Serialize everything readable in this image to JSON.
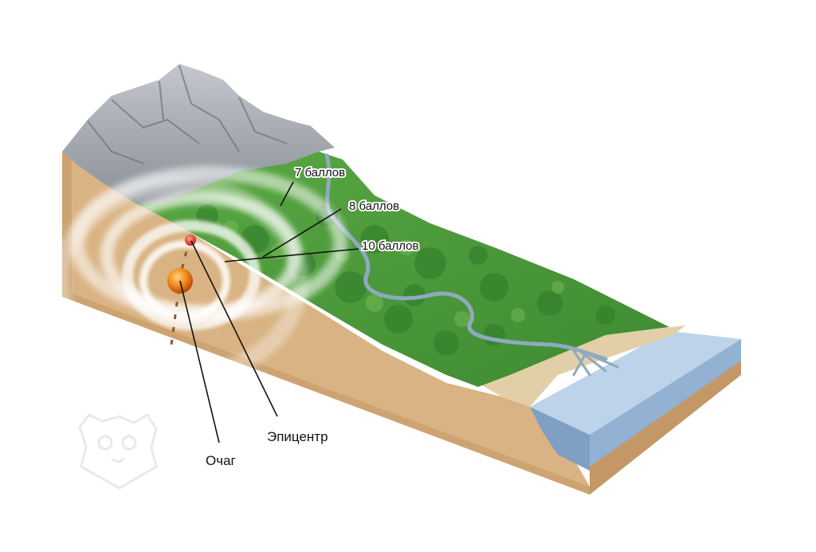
{
  "labels": {
    "ring7": "7 баллов",
    "ring8": "8 баллов",
    "ring10": "10 баллов",
    "epicenter": "Эпицентр",
    "focus": "Очаг"
  },
  "colors": {
    "soil": "#d9b383",
    "soil_dark": "#c49866",
    "grass": "#4f9a3a",
    "grass_dark": "#2f7a2a",
    "rock": "#9fa3a8",
    "rock_dark": "#6d7178",
    "river": "#8fa9bf",
    "sea_top": "#bcd3ea",
    "sea_side": "#7f9fc4",
    "beach": "#e3cfa7",
    "focus": "#e06a10",
    "epicenter": "#e23a2a",
    "rings": "#ffffff"
  }
}
